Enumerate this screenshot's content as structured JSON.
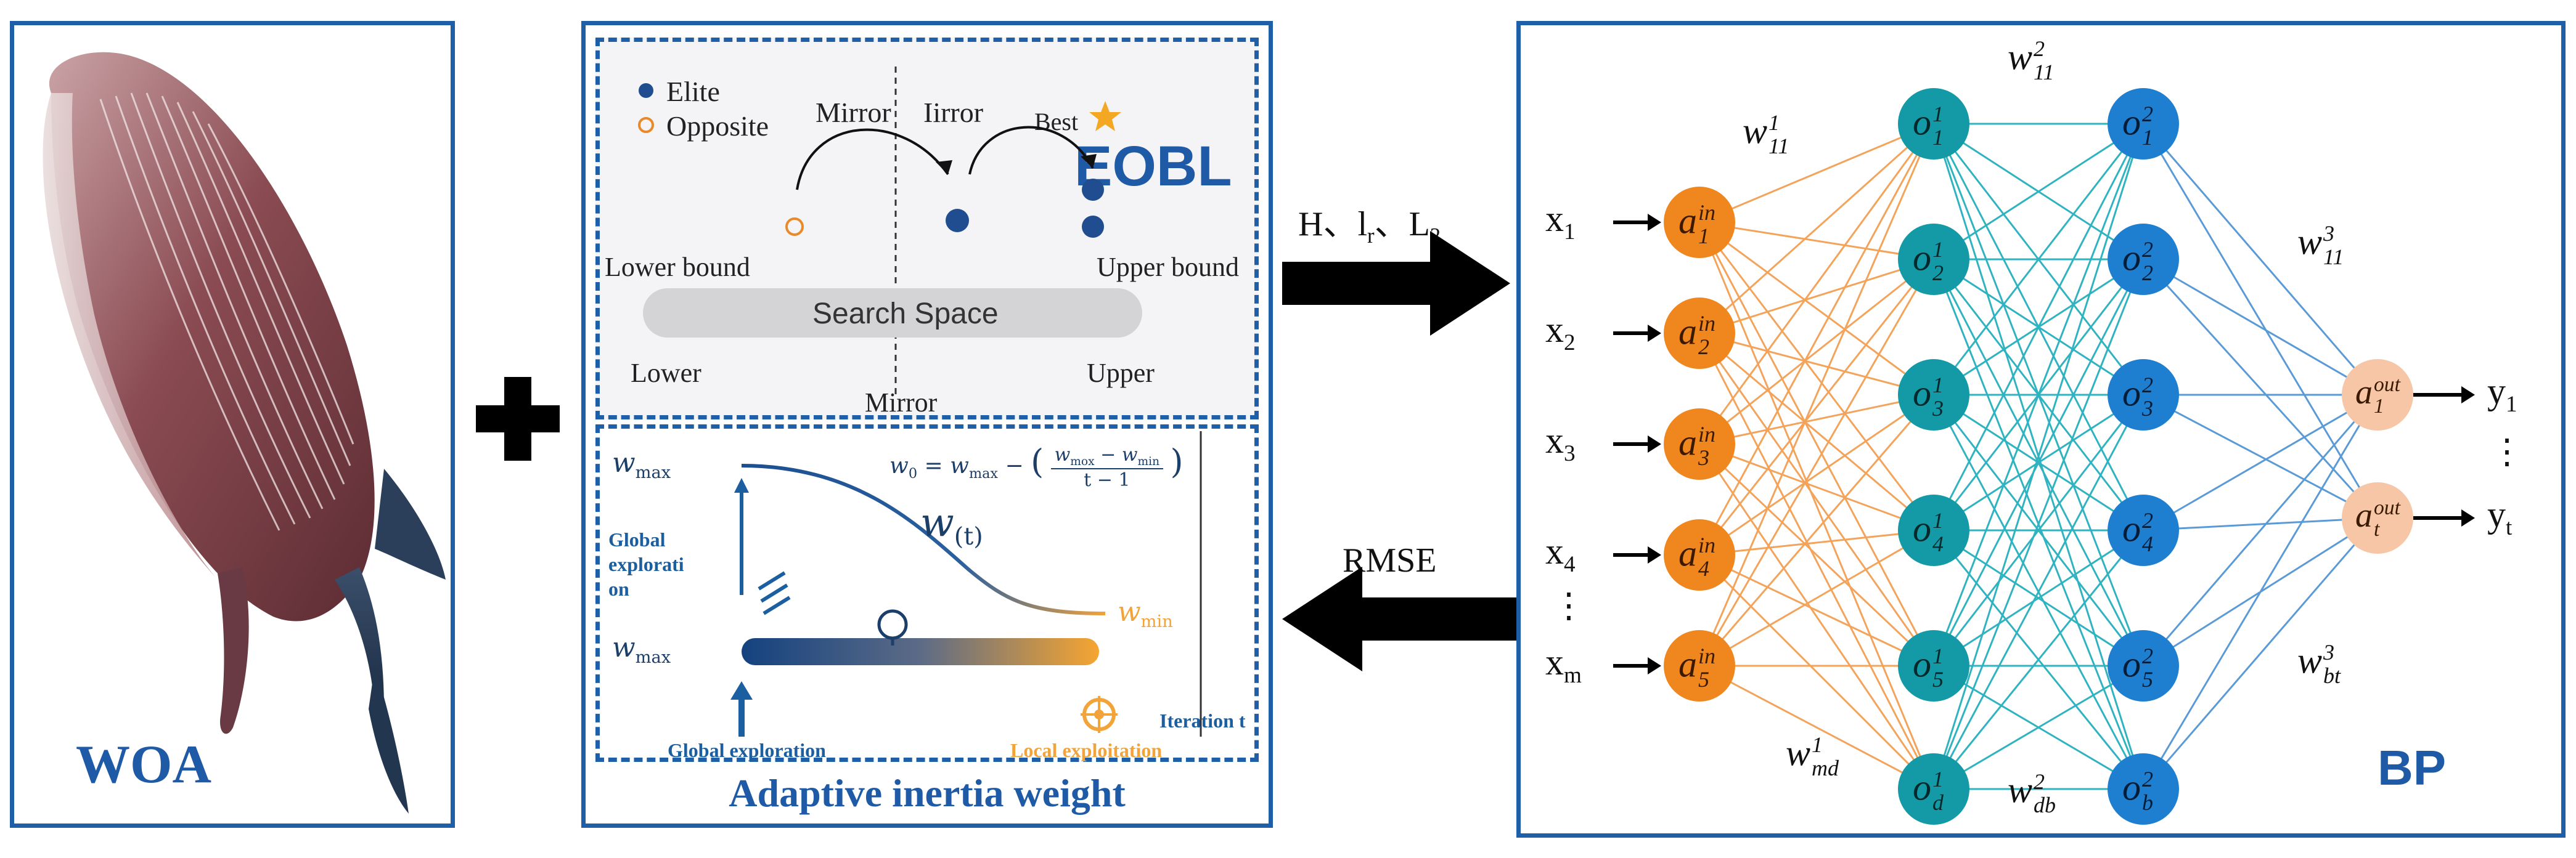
{
  "woa": {
    "label": "WOA"
  },
  "eobl": {
    "title": "EOBL",
    "legend_elite": "Elite",
    "legend_opposite": "Opposite",
    "mirror_left": "Mirror",
    "mirror_right": "Iirror",
    "best": "Best",
    "lower_bound": "Lower bound",
    "upper_bound": "Upper bound",
    "search_space": "Search Space",
    "lower": "Lower",
    "upper": "Upper",
    "mirror_bottom": "Mirror"
  },
  "aiw": {
    "title": "Adaptive inertia weight",
    "wmax_top": "w",
    "wmax_top_sub": "max",
    "wmax_bottom": "w",
    "wmax_bottom_sub": "max",
    "wmin": "w",
    "wmin_sub": "min",
    "wt": "w",
    "wt_sub": "(t)",
    "formula_lhs": "w",
    "formula_lhs_sub": "0",
    "formula_eq": "=",
    "formula_w": "w",
    "formula_w_sub": "max",
    "formula_minus": "−",
    "formula_num_a": "w",
    "formula_num_a_sub": "mox",
    "formula_num_minus": "−",
    "formula_num_b": "w",
    "formula_num_b_sub": "min",
    "formula_den": "t − 1",
    "global_side": [
      "Global",
      "explorati",
      "on"
    ],
    "iteration": "Iteration t",
    "global_exploration": "Global exploration",
    "local_exploitation": "Local exploitation"
  },
  "arrows": {
    "forward_label": "H、l",
    "forward_label_sub": "r",
    "forward_label_tail": "、L",
    "forward_label_tail_sub": "2",
    "backward_label": "RMSE"
  },
  "bp": {
    "label": "BP",
    "inputs": [
      {
        "base": "x",
        "sub": "1"
      },
      {
        "base": "x",
        "sub": "2"
      },
      {
        "base": "x",
        "sub": "3"
      },
      {
        "base": "x",
        "sub": "4"
      },
      {
        "base": "x",
        "sub": "m"
      }
    ],
    "input_ellipsis": "⋮",
    "input_nodes": [
      {
        "base": "a",
        "sub": "1",
        "sup": "in"
      },
      {
        "base": "a",
        "sub": "2",
        "sup": "in"
      },
      {
        "base": "a",
        "sub": "3",
        "sup": "in"
      },
      {
        "base": "a",
        "sub": "4",
        "sup": "in"
      },
      {
        "base": "a",
        "sub": "5",
        "sup": "in"
      }
    ],
    "hidden1": [
      {
        "base": "o",
        "sub": "1",
        "sup": "1"
      },
      {
        "base": "o",
        "sub": "2",
        "sup": "1"
      },
      {
        "base": "o",
        "sub": "3",
        "sup": "1"
      },
      {
        "base": "o",
        "sub": "4",
        "sup": "1"
      },
      {
        "base": "o",
        "sub": "5",
        "sup": "1"
      },
      {
        "base": "o",
        "sub": "d",
        "sup": "1"
      }
    ],
    "hidden2": [
      {
        "base": "o",
        "sub": "1",
        "sup": "2"
      },
      {
        "base": "o",
        "sub": "2",
        "sup": "2"
      },
      {
        "base": "o",
        "sub": "3",
        "sup": "2"
      },
      {
        "base": "o",
        "sub": "4",
        "sup": "2"
      },
      {
        "base": "o",
        "sub": "5",
        "sup": "2"
      },
      {
        "base": "o",
        "sub": "b",
        "sup": "2"
      }
    ],
    "outputs_nodes": [
      {
        "base": "a",
        "sub": "1",
        "sup": "out"
      },
      {
        "base": "a",
        "sub": "t",
        "sup": "out"
      }
    ],
    "outputs": [
      {
        "base": "y",
        "sub": "1"
      },
      {
        "base": "y",
        "sub": "t"
      }
    ],
    "output_ellipsis": "⋮",
    "weights": {
      "w11_1": {
        "base": "w",
        "sub": "11",
        "sup": "1"
      },
      "wmd_1": {
        "base": "w",
        "sub": "md",
        "sup": "1"
      },
      "w11_2": {
        "base": "w",
        "sub": "11",
        "sup": "2"
      },
      "wdb_2": {
        "base": "w",
        "sub": "db",
        "sup": "2"
      },
      "w11_3": {
        "base": "w",
        "sub": "11",
        "sup": "3"
      },
      "wbt_3": {
        "base": "w",
        "sub": "bt",
        "sup": "3"
      }
    }
  },
  "colors": {
    "frame": "#1f5fa8",
    "input_node": "#f0861e",
    "hidden1_node": "#149aa6",
    "hidden2_node": "#1e7fd0",
    "output_node": "#f6c6a6",
    "edge_in": "#f3a35a",
    "edge_mid": "#2fb3c0",
    "edge_out": "#5a9ad6"
  }
}
